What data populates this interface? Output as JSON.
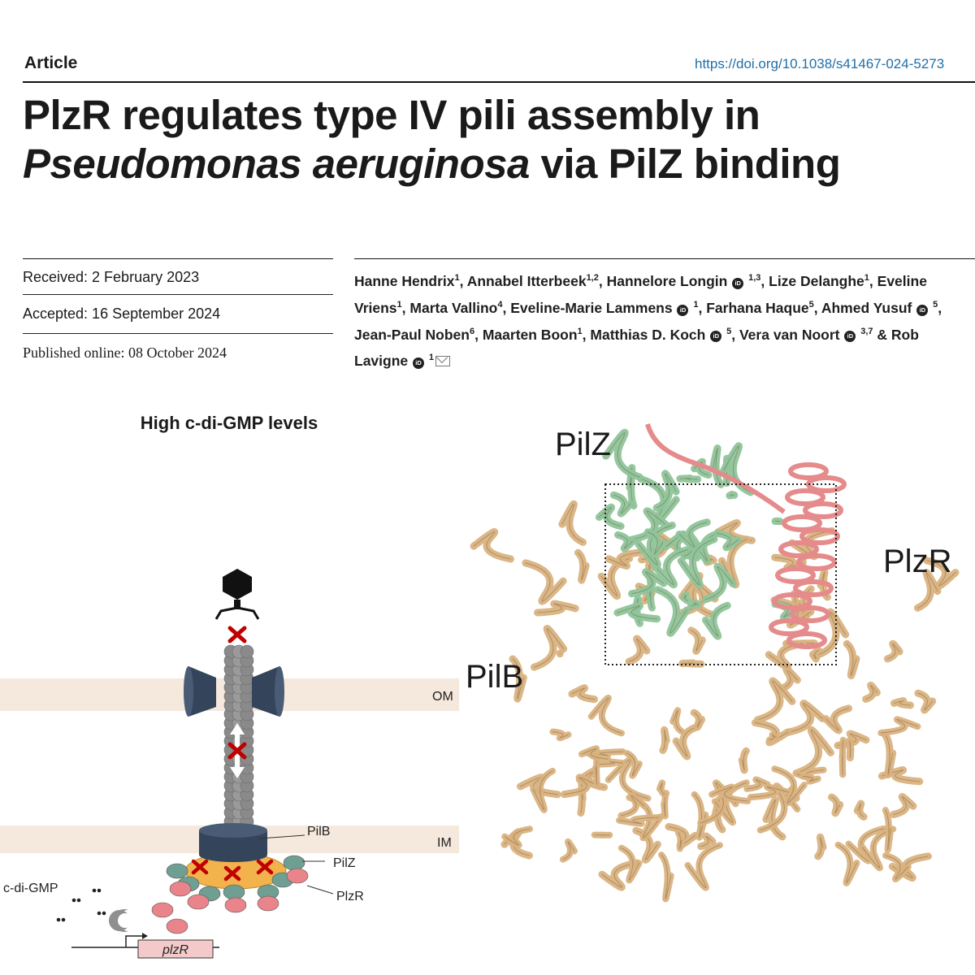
{
  "header": {
    "article_label": "Article",
    "doi": "https://doi.org/10.1038/s41467-024-5273"
  },
  "title": {
    "line1": "PlzR regulates type IV pili assembly in",
    "line2_italic": "Pseudomonas aeruginosa",
    "line2_rest": " via PilZ binding"
  },
  "dates": {
    "received": "Received: 2 February 2023",
    "accepted": "Accepted: 16 September 2024",
    "published": "Published online: 08 October 2024"
  },
  "authors": [
    {
      "name": "Hanne Hendrix",
      "aff": "1",
      "orcid": false
    },
    {
      "name": "Annabel Itterbeek",
      "aff": "1,2",
      "orcid": false
    },
    {
      "name": "Hannelore Longin",
      "aff": "1,3",
      "orcid": true
    },
    {
      "name": "Lize Delanghe",
      "aff": "1",
      "orcid": false
    },
    {
      "name": "Eveline Vriens",
      "aff": "1",
      "orcid": false
    },
    {
      "name": "Marta Vallino",
      "aff": "4",
      "orcid": false
    },
    {
      "name": "Eveline-Marie Lammens",
      "aff": "1",
      "orcid": true
    },
    {
      "name": "Farhana Haque",
      "aff": "5",
      "orcid": false
    },
    {
      "name": "Ahmed Yusuf",
      "aff": "5",
      "orcid": true
    },
    {
      "name": "Jean-Paul Noben",
      "aff": "6",
      "orcid": false
    },
    {
      "name": "Maarten Boon",
      "aff": "1",
      "orcid": false
    },
    {
      "name": "Matthias D. Koch",
      "aff": "5",
      "orcid": true
    },
    {
      "name": "Vera van Noort",
      "aff": "3,7",
      "orcid": true
    },
    {
      "name": "Rob Lavigne",
      "aff": "1",
      "orcid": true
    }
  ],
  "author_separator": ", ",
  "author_last_separator": " & ",
  "orcid_icon_text": "iD",
  "left_figure": {
    "heading": "High c-di-GMP levels",
    "om_label": "OM",
    "im_label": "IM",
    "pilb_label": "PilB",
    "pilz_label": "PilZ",
    "plzr_label": "PlzR",
    "cdigmp_label": "c-di-GMP",
    "gene_label": "plzR",
    "colors": {
      "membrane": "#f5e8dc",
      "pilin": "#8a8a8a",
      "secretin": "#34445a",
      "pilz": "#6f9f92",
      "plzr": "#e9858a",
      "block": "#c00000",
      "pilb_ring": "#f2b24c"
    }
  },
  "right_figure": {
    "pilz_label": "PilZ",
    "plzr_label": "PlzR",
    "pilb_label": "PilB",
    "colors": {
      "pilb": "#d9b27f",
      "pilz": "#8fc49a",
      "plzr": "#e58b8b"
    }
  }
}
